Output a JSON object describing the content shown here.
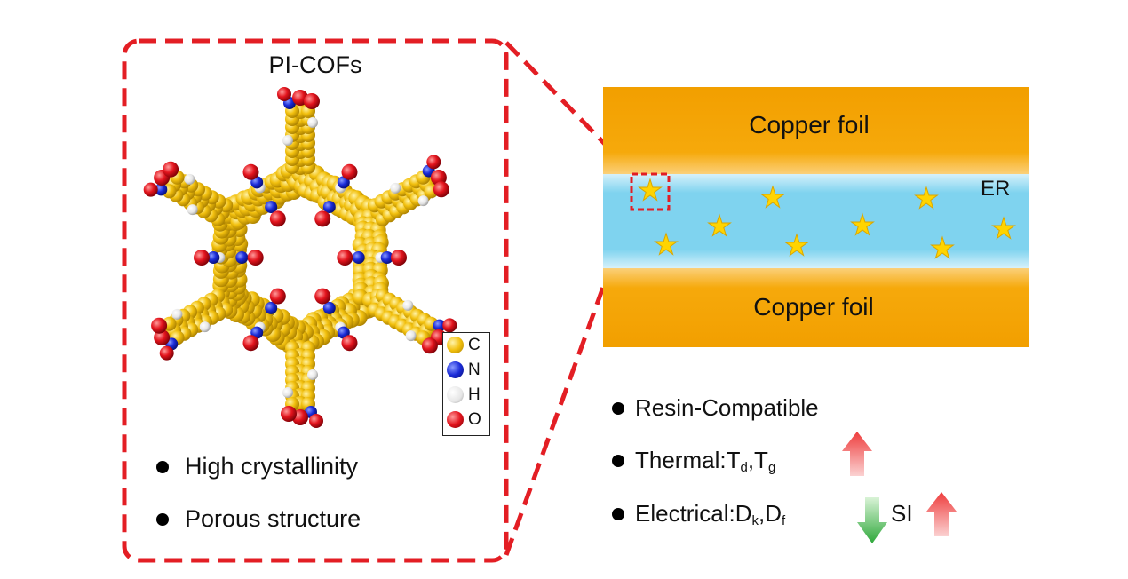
{
  "colors": {
    "dashed_box": "#e31e24",
    "copper": "#f5a200",
    "resin": "#7fd3ef",
    "star": "#ffd400",
    "carbon": "#f2c00e",
    "nitrogen": "#1a2bd8",
    "hydrogen": "#e8e8e8",
    "oxygen": "#e3141d",
    "arrow_up": "#f04545",
    "arrow_down": "#3fb54a"
  },
  "cof_panel": {
    "title": "PI-COFs",
    "features": [
      "High crystallinity",
      "Porous structure"
    ],
    "legend": [
      {
        "symbol": "C",
        "color": "#f2c00e"
      },
      {
        "symbol": "N",
        "color": "#1a2bd8"
      },
      {
        "symbol": "H",
        "color": "#e8e8e8"
      },
      {
        "symbol": "O",
        "color": "#e3141d"
      }
    ]
  },
  "laminate": {
    "top_layer": "Copper foil",
    "bottom_layer": "Copper foil",
    "middle_layer": "ER"
  },
  "properties": {
    "resin": "Resin-Compatible",
    "thermal_label": "Thermal: ",
    "td_main": "T",
    "td_sub": "d",
    "sep": ", ",
    "tg_main": "T",
    "tg_sub": "g",
    "thermal_trend": "up",
    "electrical_label": "Electrical: ",
    "dk_main": "D",
    "dk_sub": "k",
    "df_main": "D",
    "df_sub": "f",
    "dielectric_trend": "down",
    "si_label": "SI",
    "si_trend": "up"
  },
  "icons": {
    "filler": "star-icon",
    "trend_up": "up-arrow-icon",
    "trend_down": "down-arrow-icon"
  }
}
